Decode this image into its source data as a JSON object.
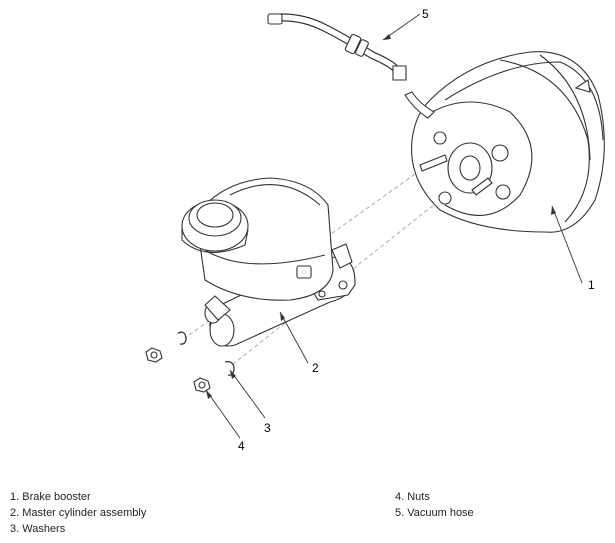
{
  "callouts": [
    "1",
    "2",
    "3",
    "4",
    "5"
  ],
  "legend": {
    "left": [
      "1. Brake booster",
      "2. Master cylinder assembly",
      "3. Washers"
    ],
    "right": [
      "4. Nuts",
      "5. Vacuum hose"
    ]
  }
}
